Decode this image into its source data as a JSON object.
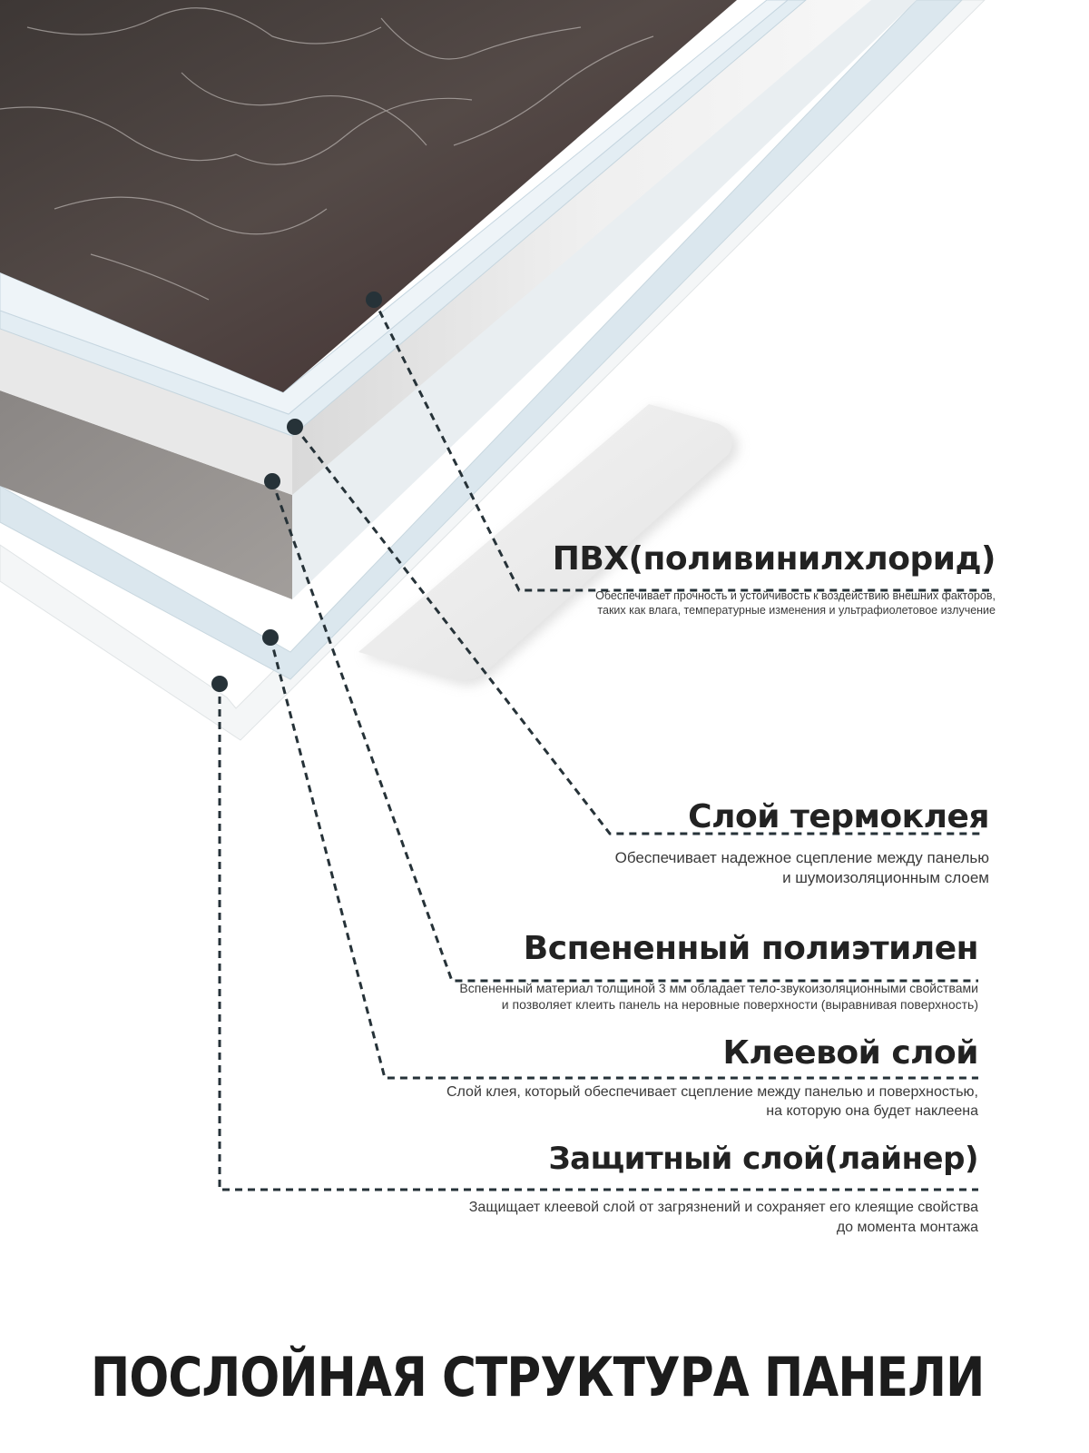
{
  "title": "ПОСЛОЙНАЯ СТРУКТУРА ПАНЕЛИ",
  "layers": [
    {
      "key": "pvc",
      "title": "ПВХ(поливинилхлорид)",
      "desc": [
        "Обеспечивает прочность и устойчивость к воздействию внешних факторов,",
        "таких как влага, температурные изменения и ультрафиолетовое излучение"
      ]
    },
    {
      "key": "hotmelt",
      "title": "Слой термоклея",
      "desc": [
        "Обеспечивает надежное сцепление между панелью",
        "и шумоизоляционным слоем"
      ]
    },
    {
      "key": "foam",
      "title": "Вспененный полиэтилен",
      "desc": [
        "Вспененный материал толщиной 3 мм обладает тело-звукоизоляционными свойствами",
        "и позволяет клеить панель на неровные поверхности (выравнивая поверхность)"
      ]
    },
    {
      "key": "glue",
      "title": "Клеевой слой",
      "desc": [
        "Слой клея, который обеспечивает сцепление между панелью и поверхностью,",
        "на которую она будет наклеена"
      ]
    },
    {
      "key": "liner",
      "title": "Защитный слой(лайнер)",
      "desc": [
        "Защищает клеевой слой от загрязнений и сохраняет его клеящие свойства",
        "до момента монтажа"
      ]
    }
  ],
  "colors": {
    "marble": "#4a4341",
    "pvc_edge": "#dde8ef",
    "foam": "#eeeeee",
    "gray_block": "#8f8b88",
    "leader": "#263238",
    "text": "#222222"
  }
}
